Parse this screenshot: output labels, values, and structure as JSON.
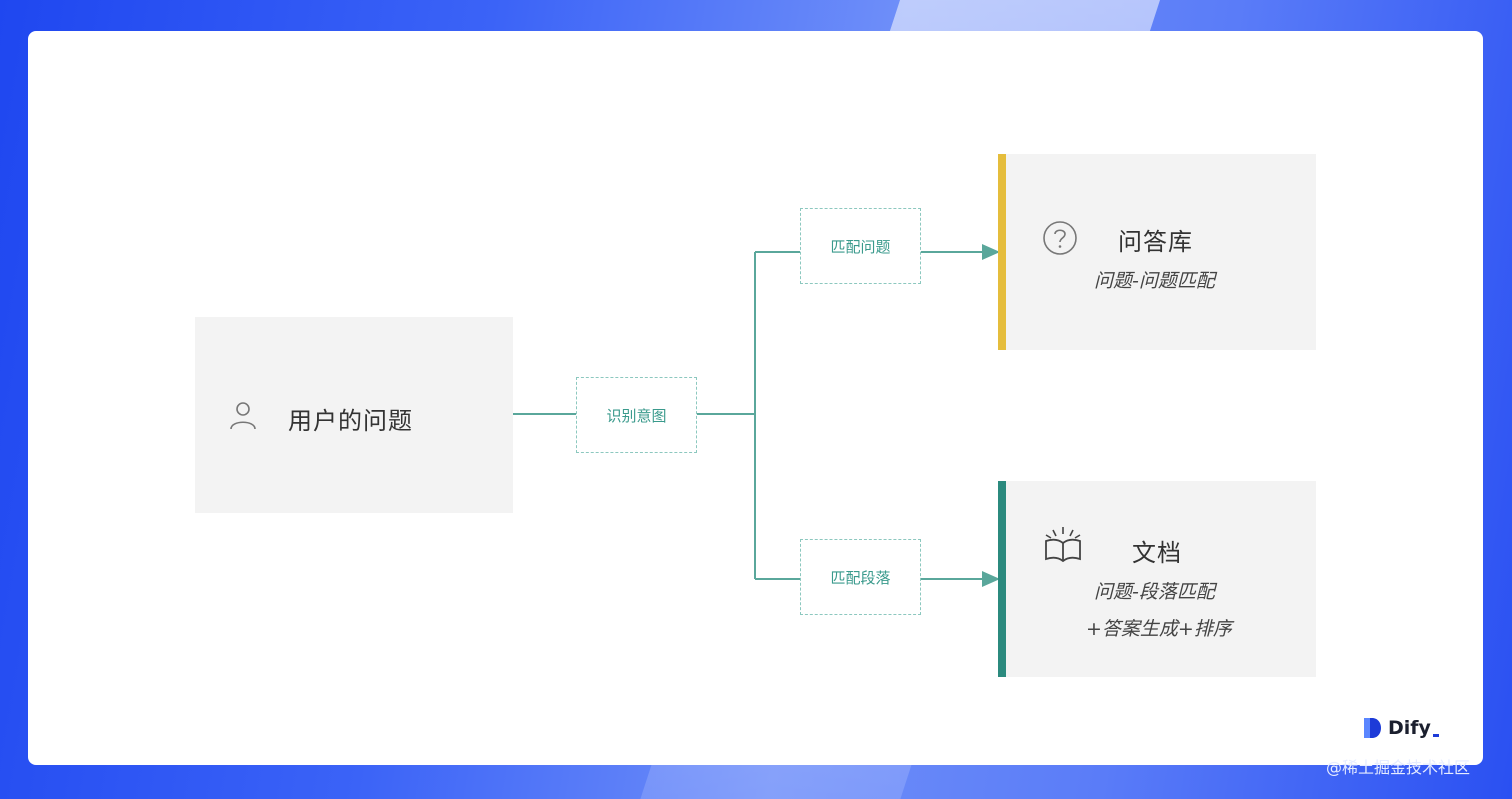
{
  "diagram": {
    "source": {
      "label": "用户的问题",
      "icon": "user-icon"
    },
    "intent": {
      "label": "识别意图"
    },
    "branches": [
      {
        "edge_label": "匹配问题",
        "target": {
          "title": "问答库",
          "subtitle": "问题-问题匹配",
          "icon": "question-circle-icon",
          "accent": "#e5bd3c"
        }
      },
      {
        "edge_label": "匹配段落",
        "target": {
          "title": "文档",
          "subtitle": "问题-段落匹配",
          "subtitle2": "+答案生成+排序",
          "icon": "open-book-icon",
          "accent": "#2b8a7e"
        }
      }
    ]
  },
  "branding": {
    "logo_text": "Dify",
    "watermark": "@稀土掘金技术社区"
  },
  "colors": {
    "connector": "#5aa79b",
    "background": "#3b63f7"
  }
}
